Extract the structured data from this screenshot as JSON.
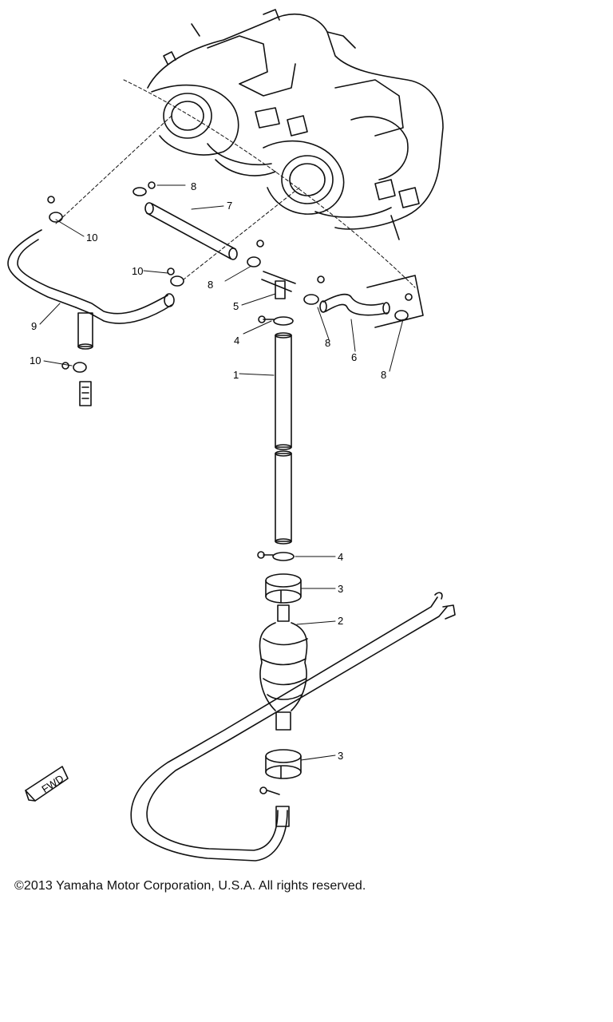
{
  "diagram": {
    "callouts": {
      "c1": "1",
      "c2": "2",
      "c3a": "3",
      "c3b": "3",
      "c4a": "4",
      "c4b": "4",
      "c5": "5",
      "c6": "6",
      "c7": "7",
      "c8a": "8",
      "c8b": "8",
      "c8c": "8",
      "c8d": "8",
      "c9": "9",
      "c10a": "10",
      "c10b": "10",
      "c10c": "10"
    },
    "fwd_label": "FWD"
  },
  "footer": {
    "copyright": "©2013 Yamaha Motor Corporation, U.S.A. All rights reserved."
  }
}
